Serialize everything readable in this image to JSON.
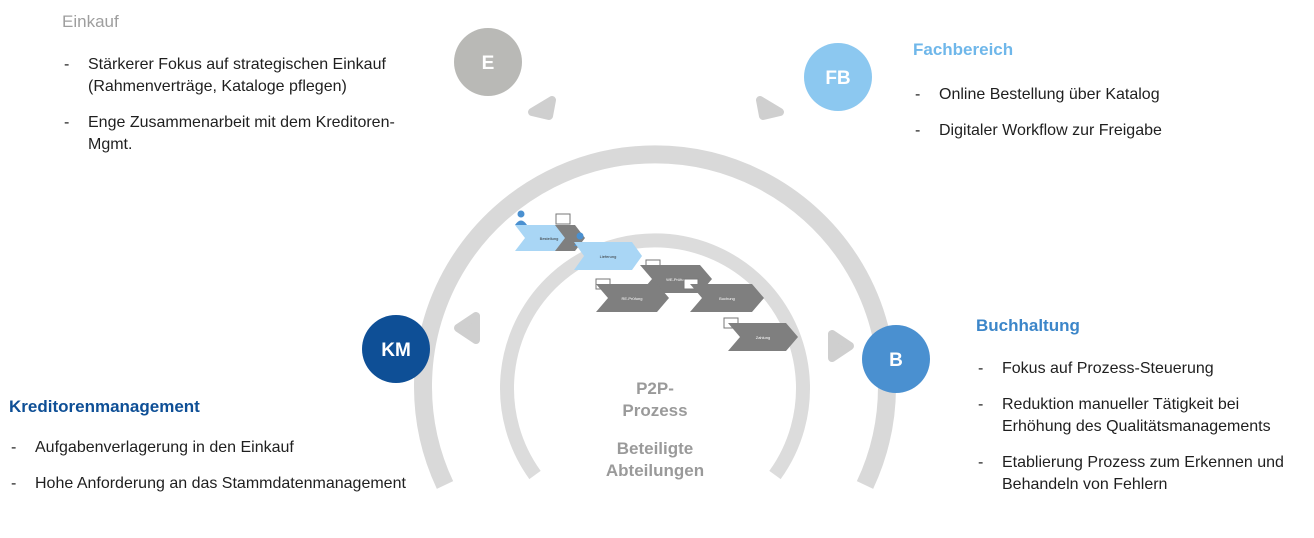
{
  "circles": {
    "e": {
      "label": "E",
      "color": "#b9b9b6"
    },
    "fb": {
      "label": "FB",
      "color": "#8cc8f0"
    },
    "km": {
      "label": "KM",
      "color": "#0e4f96"
    },
    "b": {
      "label": "B",
      "color": "#4a90d0"
    }
  },
  "ring_color": "#d9d9d9",
  "center": {
    "p2p": "P2P-\nProzess",
    "beteiligte": "Beteiligte\nAbteilungen"
  },
  "einkauf": {
    "title": "Einkauf",
    "items": [
      "Stärkerer Fokus auf strategischen Einkauf (Rahmenverträge, Kataloge pflegen)",
      "Enge Zusammenarbeit mit dem Kreditoren-Mgmt."
    ]
  },
  "fachbereich": {
    "title": "Fachbereich",
    "items": [
      "Online Bestellung über Katalog",
      "Digitaler Workflow zur Freigabe"
    ]
  },
  "kreditorenmanagement": {
    "title": "Kreditorenmanagement",
    "items": [
      "Aufgabenverlagerung in den Einkauf",
      "Hohe Anforderung an das Stammdatenmanagement"
    ]
  },
  "buchhaltung": {
    "title": "Buchhaltung",
    "items": [
      "Fokus auf Prozess-Steuerung",
      "Reduktion manueller Tätigkeit bei Erhöhung des Qualitätsmanagements",
      "Etablierung Prozess zum Erkennen und Behandeln von Fehlern"
    ]
  },
  "process_steps": [
    {
      "label": "Bestellung",
      "color": "#a9d6f5"
    },
    {
      "label": "Lieferung",
      "color": "#a9d6f5"
    },
    {
      "label": "WE-Prüfung",
      "color": "#7f7f7f"
    },
    {
      "label": "RE-Prüfung",
      "color": "#7f7f7f"
    },
    {
      "label": "Buchung",
      "color": "#7f7f7f"
    },
    {
      "label": "Zahlung",
      "color": "#7f7f7f"
    }
  ]
}
